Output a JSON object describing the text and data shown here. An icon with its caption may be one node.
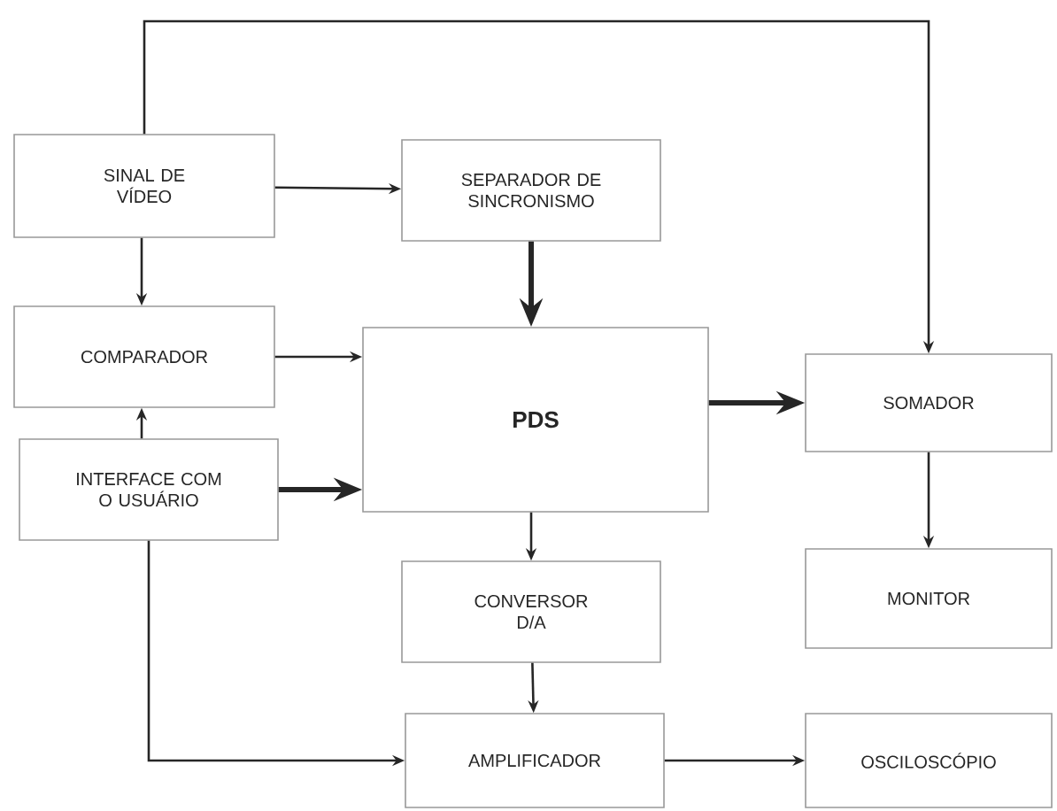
{
  "diagram": {
    "nodes": [
      {
        "text": [
          "SINAL DE VÍDEO"
        ]
      },
      {
        "text": [
          "SEPARADOR DE SINCRONISMO"
        ]
      },
      {
        "text": [
          "COMPARADOR"
        ]
      },
      {
        "text": [
          "PDS"
        ]
      },
      {
        "text": [
          "INTERFACE COM O USUÁRIO"
        ]
      },
      {
        "text": [
          "SOMADOR"
        ]
      },
      {
        "text": [
          "CONVERSOR D/A"
        ]
      },
      {
        "text": [
          "MONITOR"
        ]
      },
      {
        "text": [
          "AMPLIFICADOR"
        ]
      },
      {
        "text": [
          "OSCILOSCÓPIO"
        ]
      }
    ],
    "edges": [
      {
        "from": 0,
        "to": 1,
        "arrow": "to"
      },
      {
        "from": 0,
        "to": 2,
        "arrow": "to"
      },
      {
        "from": 0,
        "to": 5,
        "arrow": "to"
      },
      {
        "from": 1,
        "to": 3,
        "arrow": "to",
        "style": "thick"
      },
      {
        "from": 2,
        "to": 3,
        "arrow": "to"
      },
      {
        "from": 4,
        "to": 2,
        "arrow": "to"
      },
      {
        "from": 4,
        "to": 3,
        "arrow": "to",
        "style": "thick"
      },
      {
        "from": 3,
        "to": 5,
        "arrow": "to",
        "style": "thick"
      },
      {
        "from": 3,
        "to": 6,
        "arrow": "to"
      },
      {
        "from": 5,
        "to": 7,
        "arrow": "to"
      },
      {
        "from": 6,
        "to": 8,
        "arrow": "to"
      },
      {
        "from": 4,
        "to": 8,
        "arrow": "to"
      },
      {
        "from": 8,
        "to": 9,
        "arrow": "to"
      }
    ]
  }
}
